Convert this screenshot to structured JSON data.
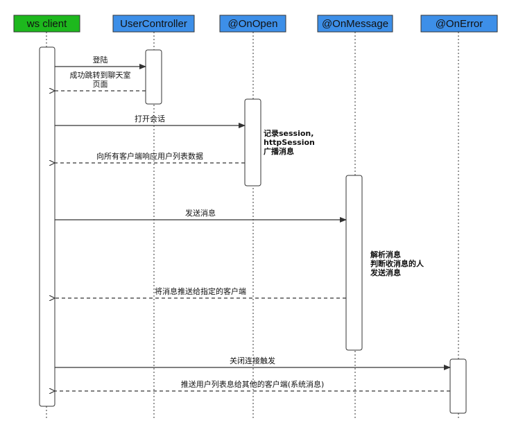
{
  "participants": [
    {
      "id": "client",
      "label": "ws client",
      "fill": "#1db81d"
    },
    {
      "id": "user",
      "label": "UserController",
      "fill": "#3d8fe8"
    },
    {
      "id": "open",
      "label": "@OnOpen",
      "fill": "#3d8fe8"
    },
    {
      "id": "message",
      "label": "@OnMessage",
      "fill": "#3d8fe8"
    },
    {
      "id": "error",
      "label": "@OnError",
      "fill": "#3d8fe8"
    }
  ],
  "messages": [
    {
      "id": "login",
      "lines": [
        "登陆"
      ],
      "from": "client",
      "to": "user",
      "dashed": false
    },
    {
      "id": "redirect",
      "lines": [
        "成功跳转到聊天室",
        "页面"
      ],
      "from": "user",
      "to": "client",
      "dashed": true
    },
    {
      "id": "open-session",
      "lines": [
        "打开会话"
      ],
      "from": "client",
      "to": "open",
      "dashed": false
    },
    {
      "id": "user-list",
      "lines": [
        "向所有客户端响应用户列表数据"
      ],
      "from": "open",
      "to": "client",
      "dashed": true
    },
    {
      "id": "send-message",
      "lines": [
        "发送消息"
      ],
      "from": "client",
      "to": "message",
      "dashed": false
    },
    {
      "id": "push-message",
      "lines": [
        "将消息推送给指定的客户端"
      ],
      "from": "message",
      "to": "client",
      "dashed": true
    },
    {
      "id": "close",
      "lines": [
        "关闭连接触发"
      ],
      "from": "client",
      "to": "error",
      "dashed": false
    },
    {
      "id": "push-list",
      "lines": [
        "推送用户列表息给其他的客户端(系统消息)"
      ],
      "from": "error",
      "to": "client",
      "dashed": true
    }
  ],
  "notes": [
    {
      "id": "open-note",
      "participant": "open",
      "lines": [
        "记录session,",
        "httpSession",
        "广播消息"
      ]
    },
    {
      "id": "message-note",
      "participant": "message",
      "lines": [
        "解析消息",
        "判断收消息的人",
        "发送消息"
      ]
    }
  ],
  "colors": {
    "line": "#333333",
    "box_stroke": "#333333",
    "header_text": "#111111"
  }
}
